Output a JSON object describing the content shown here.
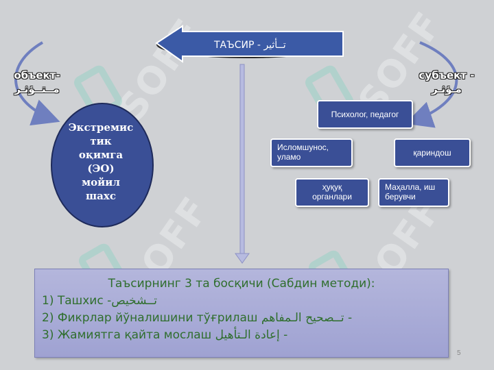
{
  "colors": {
    "background": "#cfd1d4",
    "box_fill": "#3a4f96",
    "ellipse_fill": "#3a4f96",
    "arrow_fill": "#3b5aa6",
    "steps_text": "#2f6e2d",
    "steps_fill": "#a9abd7"
  },
  "header": {
    "title": "ТАЪСИР - تــأثير"
  },
  "object_label": {
    "line1": "объект-",
    "line2": "مــتــؤثـر"
  },
  "subject_label": {
    "line1": "субъект -",
    "line2": "مـؤثـر"
  },
  "object_target": {
    "lines": [
      "Экстремис",
      "тик",
      "оқимга",
      "(ЭО)",
      "мойил",
      "шахс"
    ]
  },
  "subjects": [
    {
      "text": "Психолог, педагог"
    },
    {
      "text": "Исломшунос, уламо"
    },
    {
      "text": "қариндош"
    },
    {
      "text": "ҳуқуқ органлари"
    },
    {
      "text": "Маҳалла, иш берувчи"
    }
  ],
  "steps": {
    "title": "Таъсирнинг 3 та босқичи (Сабдин методи):",
    "items": [
      "1) Ташхис -تــشخيص",
      "2) Фикрлар йўналишини тўғрилаш تــصحيح الـمفاهم -",
      "3) Жамиятга қайта мослаш إعادة الـتأهيل -"
    ]
  },
  "watermark": "SOFF",
  "page_number": "5"
}
